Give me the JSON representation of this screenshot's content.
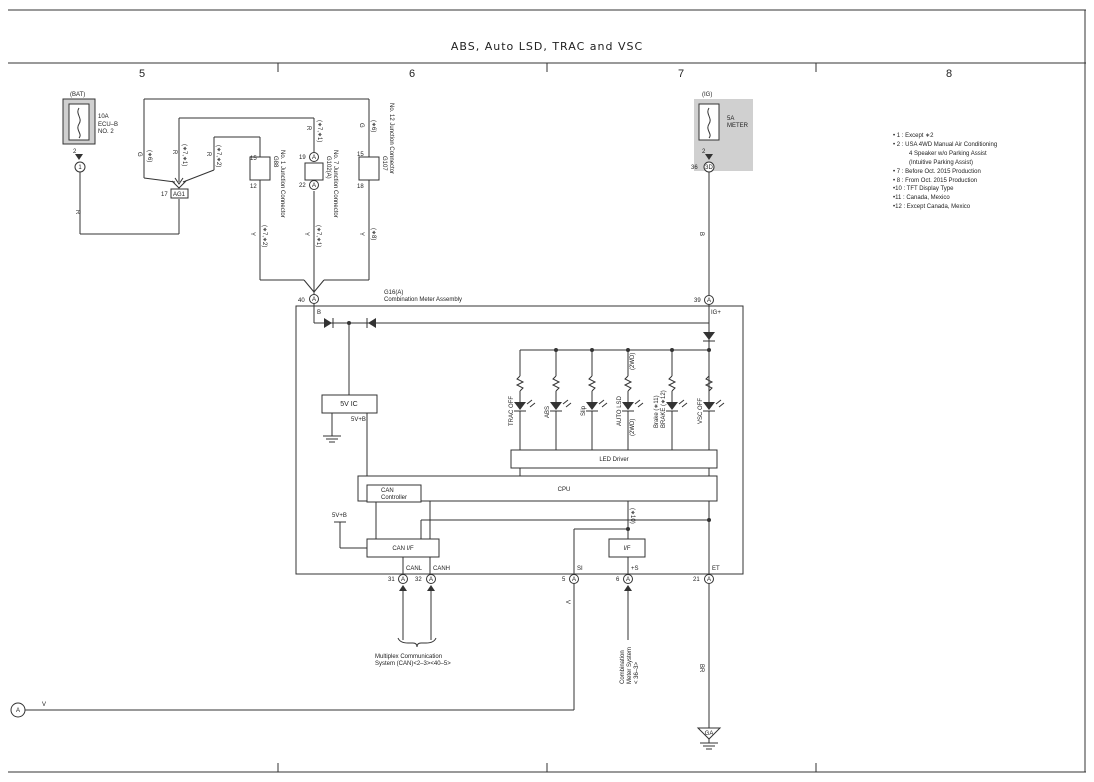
{
  "title": "ABS,  Auto LSD,  TRAC and VSC",
  "columns": [
    "5",
    "6",
    "7",
    "8"
  ],
  "notes": [
    "• 1 : Except ∗2",
    "• 2 : USA 4WD Manual Air Conditioning",
    "4 Speaker w/o Parking Assist",
    "(Intuitive Parking Assist)",
    "• 7 : Before Oct.  2015 Production",
    "• 8 : From Oct.  2015 Production",
    "•10 : TFT Display Type",
    "•11 : Canada,  Mexico",
    "•12 : Except Canada,  Mexico"
  ],
  "fuse_bat": {
    "source": "(BAT)",
    "rating": "10A",
    "name1": "ECU–B",
    "name2": "NO. 2",
    "pin": "2",
    "conn": "1"
  },
  "fuse_ig": {
    "source": "(IG)",
    "rating": "5A",
    "name1": "METER",
    "pin": "2",
    "pin_left": "36",
    "conn": "3D"
  },
  "junction": {
    "ag1": "AG1",
    "ag1_pin": "17",
    "g88": "G88",
    "g88_desc": "No. 1 Junction Connector",
    "g88_top": "15",
    "g88_bot": "12",
    "g102": "G102(A)",
    "g102_desc": "No. 7 Junction Connector",
    "g102_top": "19",
    "g102_bot": "22",
    "g107": "G107",
    "g107_desc": "No. 12 Junction Connector",
    "g107_top": "15",
    "g107_bot": "18"
  },
  "wires": {
    "g": "G",
    "r": "R",
    "y": "Y",
    "b": "B",
    "v": "V",
    "br": "BR",
    "n6": "(∗6)",
    "n7_1": "(∗7,∗1)",
    "n7_2": "(∗7,∗2)",
    "n8": "(∗8)",
    "n10": "(∗10)"
  },
  "meter": {
    "conn_name": "G16(A)",
    "assembly": "Combination Meter Assembly",
    "b_pin": "40",
    "b_label": "B",
    "ig_pin": "39",
    "ig_label": "IG+",
    "ic": "5V IC",
    "ic_out": "5V+B",
    "can_supply": "5V+B",
    "led_driver": "LED Driver",
    "cpu": "CPU",
    "can_controller_1": "CAN",
    "can_controller_2": "Controller",
    "can_if": "CAN I/F",
    "if": "I/F",
    "pins": [
      {
        "num": "31",
        "name": "CANL"
      },
      {
        "num": "32",
        "name": "CANH"
      },
      {
        "num": "5",
        "name": "SI"
      },
      {
        "num": "6",
        "name": "+S"
      },
      {
        "num": "21",
        "name": "ET"
      }
    ],
    "leds": [
      "TRAC OFF",
      "ABS",
      "Slip",
      "AUTO LSD",
      "Brake (∗11)",
      "BRAKE (∗12)",
      "VSC OFF"
    ],
    "led_2wd_1": "(2WD)",
    "led_2wd_2": "(2WD)"
  },
  "bottom": {
    "mpx_1": "Multiplex Communication",
    "mpx_2": "System (CAN)<2–3><40–5>",
    "meter_sys_1": "Combination",
    "meter_sys_2": "Meter System",
    "meter_sys_3": "< 36–3>",
    "left_conn": "A",
    "ground": "GA"
  }
}
